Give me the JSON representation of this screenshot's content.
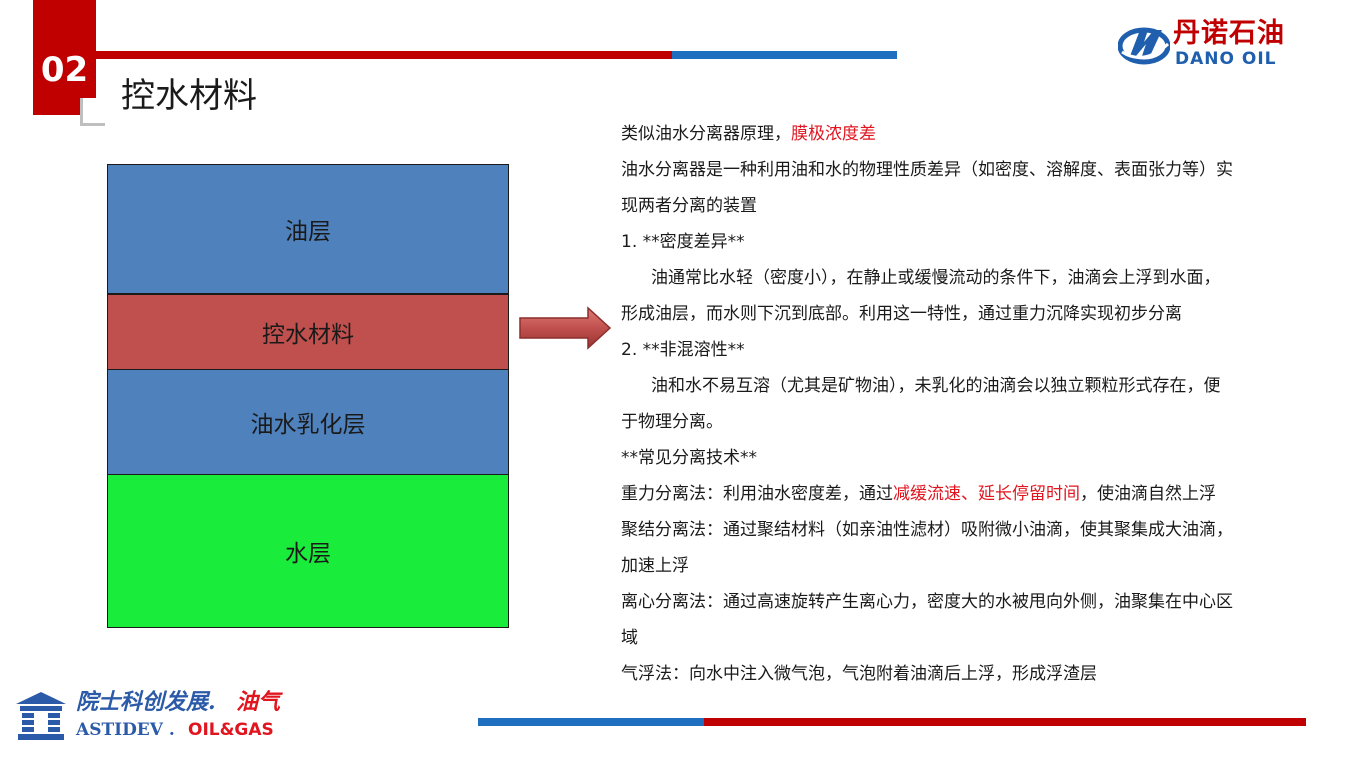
{
  "header": {
    "section_number": "02",
    "title": "控水材料",
    "colors": {
      "accent_red": "#c00000",
      "accent_blue": "#1f6fc0"
    }
  },
  "brand": {
    "cn": "丹诺石油",
    "en": "DANO OIL",
    "icon": "dano-oil-logo-icon"
  },
  "diagram": {
    "layers": [
      {
        "label": "油层",
        "color": "#4f81bd"
      },
      {
        "label": "控水材料",
        "color": "#c0504d"
      },
      {
        "label": "油水乳化层",
        "color": "#4f81bd"
      },
      {
        "label": "水层",
        "color": "#19ec3a"
      }
    ],
    "arrow_icon": "right-arrow-icon"
  },
  "content": {
    "intro_prefix": "类似油水分离器原理，",
    "intro_highlight": "膜极浓度差",
    "definition_1": "油水分离器是一种利用油和水的物理性质差异（如密度、溶解度、表面张力等）实",
    "definition_2": "现两者分离的装置",
    "item1_title": "1.  **密度差异**",
    "item1_text_1": "油通常比水轻（密度小），在静止或缓慢流动的条件下，油滴会上浮到水面，",
    "item1_text_2": "形成油层，而水则下沉到底部。利用这一特性，通过重力沉降实现初步分离",
    "item2_title": "2.  **非混溶性**",
    "item2_text_1": "油和水不易互溶（尤其是矿物油），未乳化的油滴会以独立颗粒形式存在，便",
    "item2_text_2": "于物理分离。",
    "techniques_title": "**常见分离技术**",
    "gravity_prefix": "重力分离法：利用油水密度差，通过",
    "gravity_highlight": "减缓流速、延长停留时间",
    "gravity_suffix": "，使油滴自然上浮",
    "coalescing_1": "聚结分离法：通过聚结材料（如亲油性滤材）吸附微小油滴，使其聚集成大油滴，",
    "coalescing_2": "加速上浮",
    "centrifugal_1": "离心分离法：通过高速旋转产生离心力，密度大的水被甩向外侧，油聚集在中心区",
    "centrifugal_2": "域",
    "flotation": "气浮法：向水中注入微气泡，气泡附着油滴后上浮，形成浮渣层"
  },
  "footer": {
    "cn_blue": "院士科创发展.",
    "cn_red": "油气",
    "en_blue": "ASTIDEV .",
    "en_red": "OIL&GAS",
    "icon": "astidev-building-logo-icon"
  }
}
